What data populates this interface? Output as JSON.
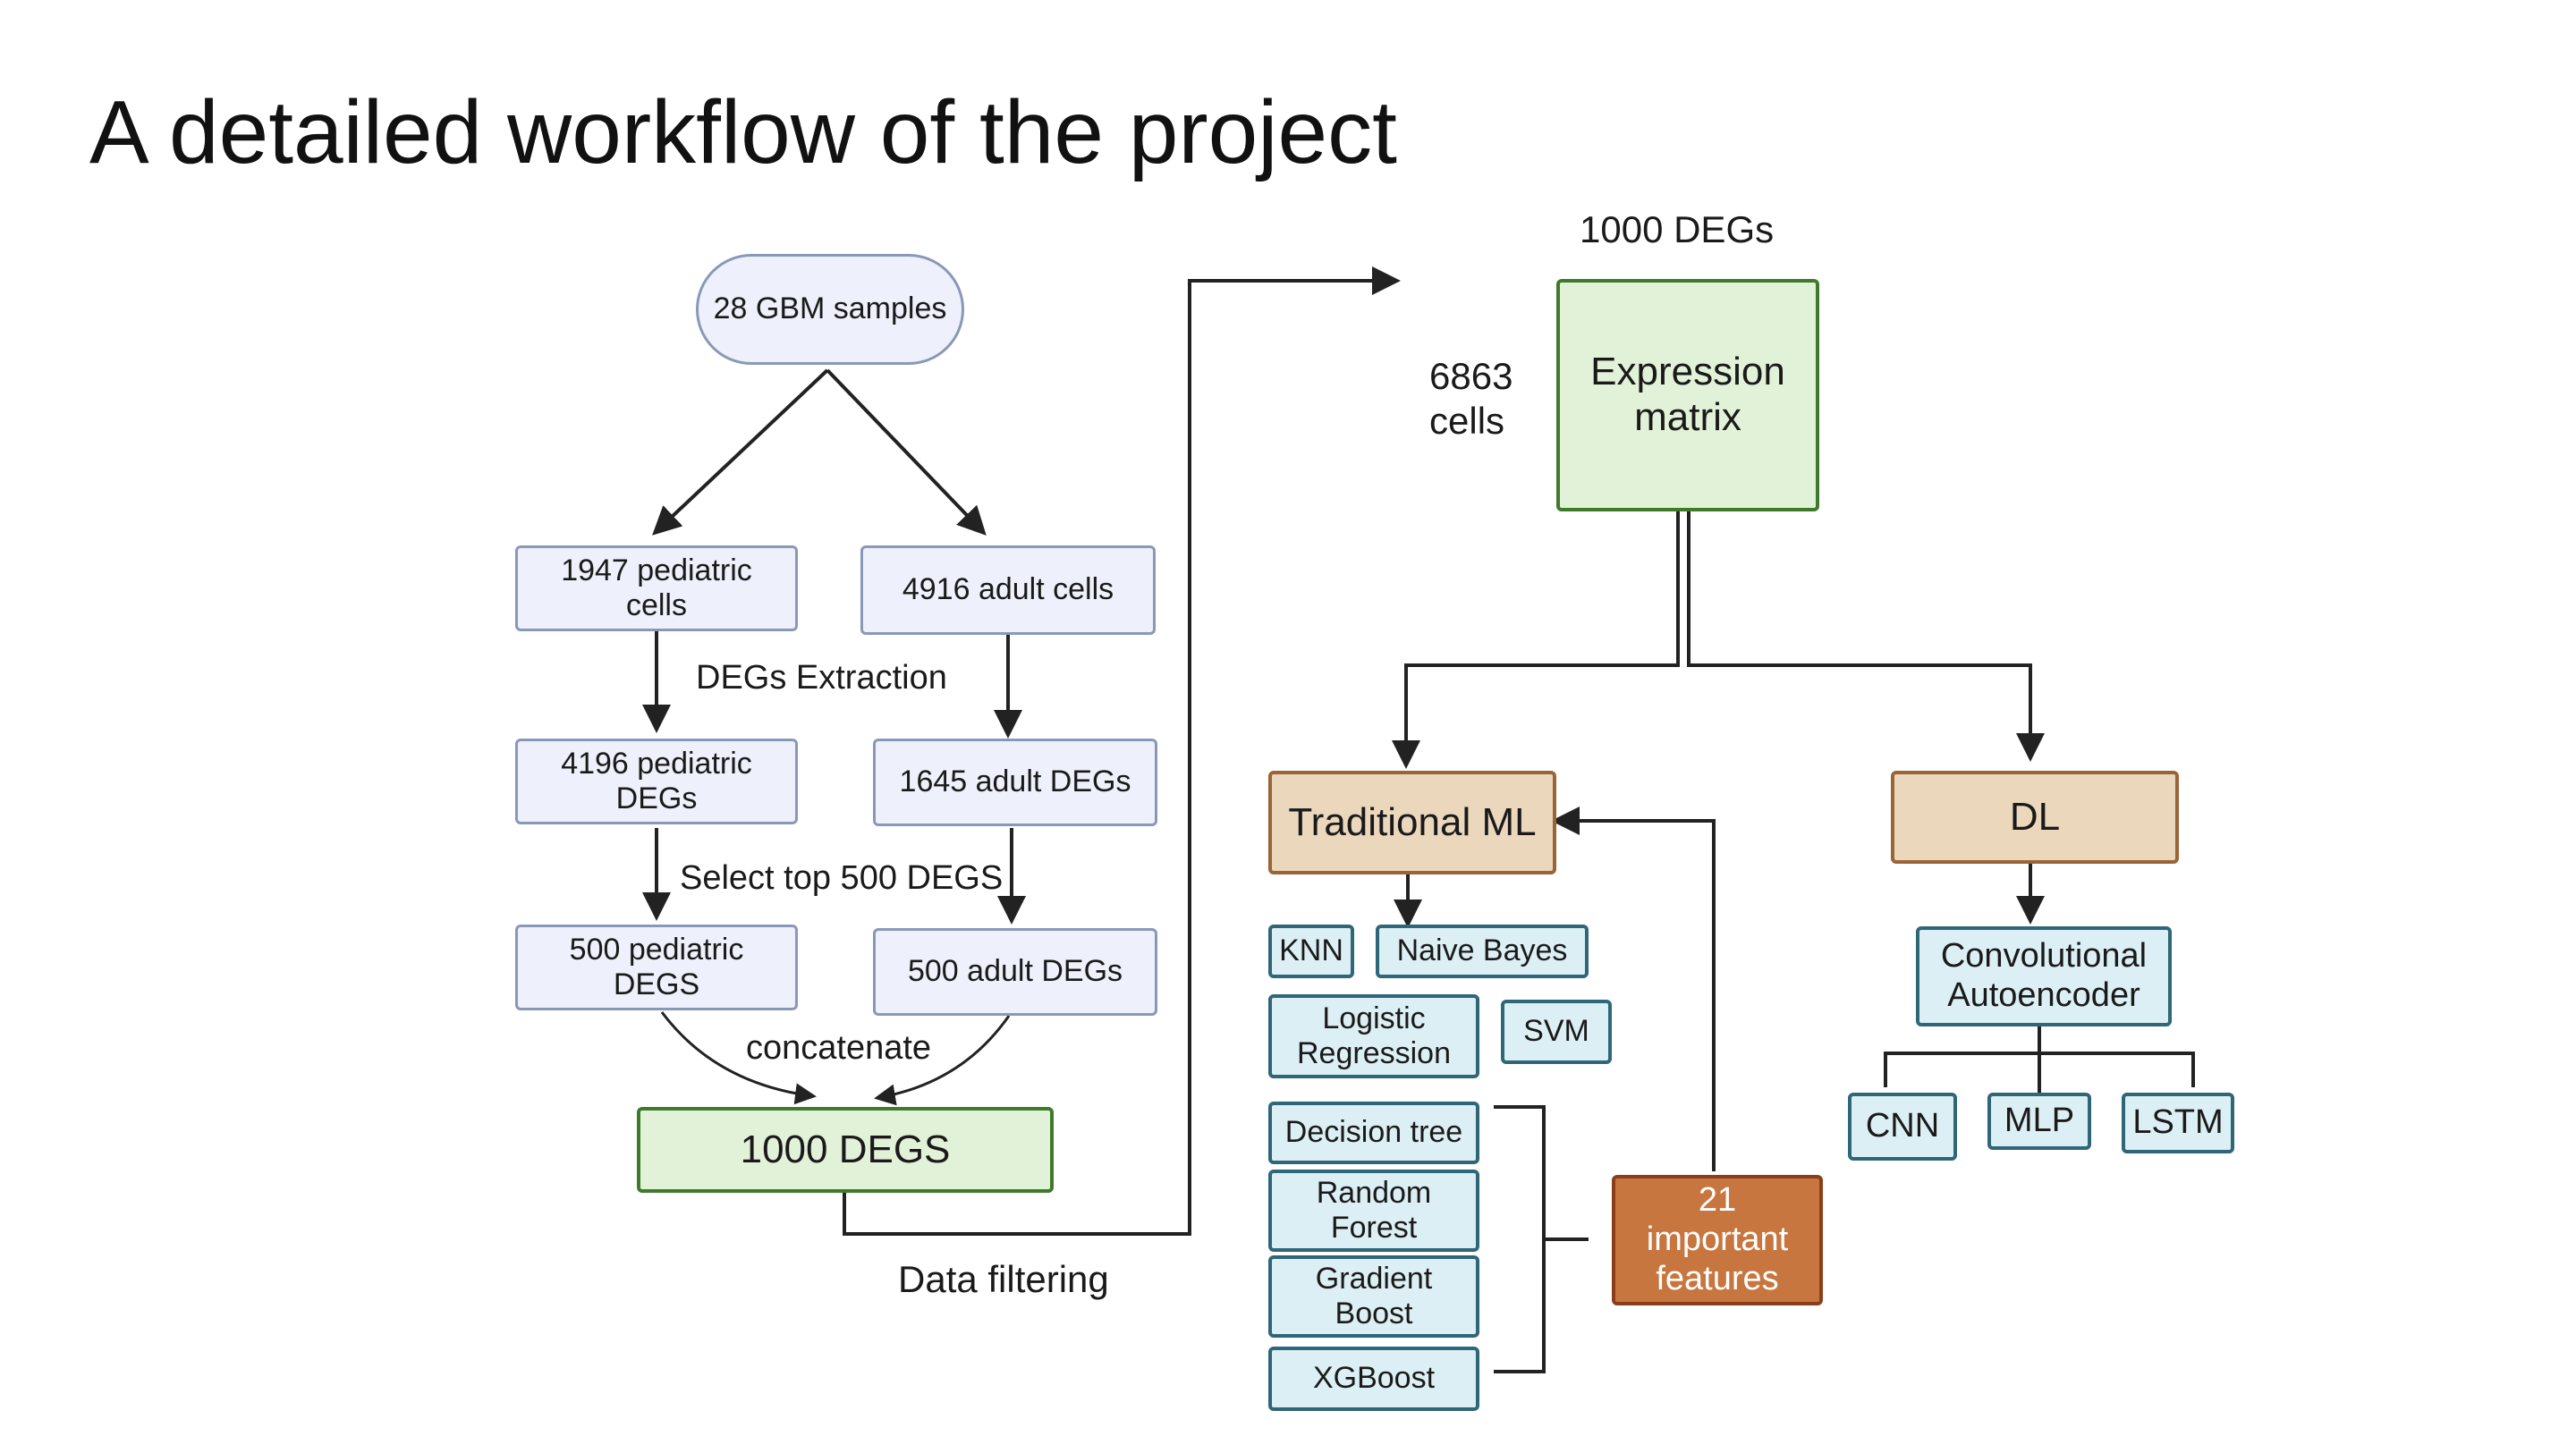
{
  "title": "A detailed workflow of the project",
  "nodes": {
    "gbm": "28 GBM samples",
    "ped_cells": "1947 pediatric\ncells",
    "adult_cells": "4916 adult cells",
    "ped_degs": "4196 pediatric\nDEGs",
    "adult_degs": "1645 adult DEGs",
    "ped_500": "500 pediatric\nDEGS",
    "adult_500": "500 adult DEGs",
    "degs_1000": "1000 DEGS",
    "expr_matrix": "Expression\nmatrix",
    "trad_ml": "Traditional ML",
    "dl": "DL",
    "knn": "KNN",
    "naive_bayes": "Naive Bayes",
    "logreg": "Logistic\nRegression",
    "svm": "SVM",
    "dtree": "Decision tree",
    "rforest": "Random\nForest",
    "gboost": "Gradient\nBoost",
    "xgboost": "XGBoost",
    "features": "21\nimportant\nfeatures",
    "conv_ae": "Convolutional\nAutoencoder",
    "cnn": "CNN",
    "mlp": "MLP",
    "lstm": "LSTM"
  },
  "labels": {
    "degs_extraction": "DEGs Extraction",
    "select_top": "Select top 500 DEGS",
    "concatenate": "concatenate",
    "data_filtering": "Data filtering",
    "degs_header": "1000 DEGs",
    "cells_count": "6863\ncells"
  },
  "colors": {
    "lavender_fill": "#eef1fb",
    "green_fill": "#e2f2d9",
    "tan_fill": "#ebd7bc",
    "cyan_fill": "#dceff5",
    "orange_fill": "#c8763f",
    "line": "#222222"
  }
}
